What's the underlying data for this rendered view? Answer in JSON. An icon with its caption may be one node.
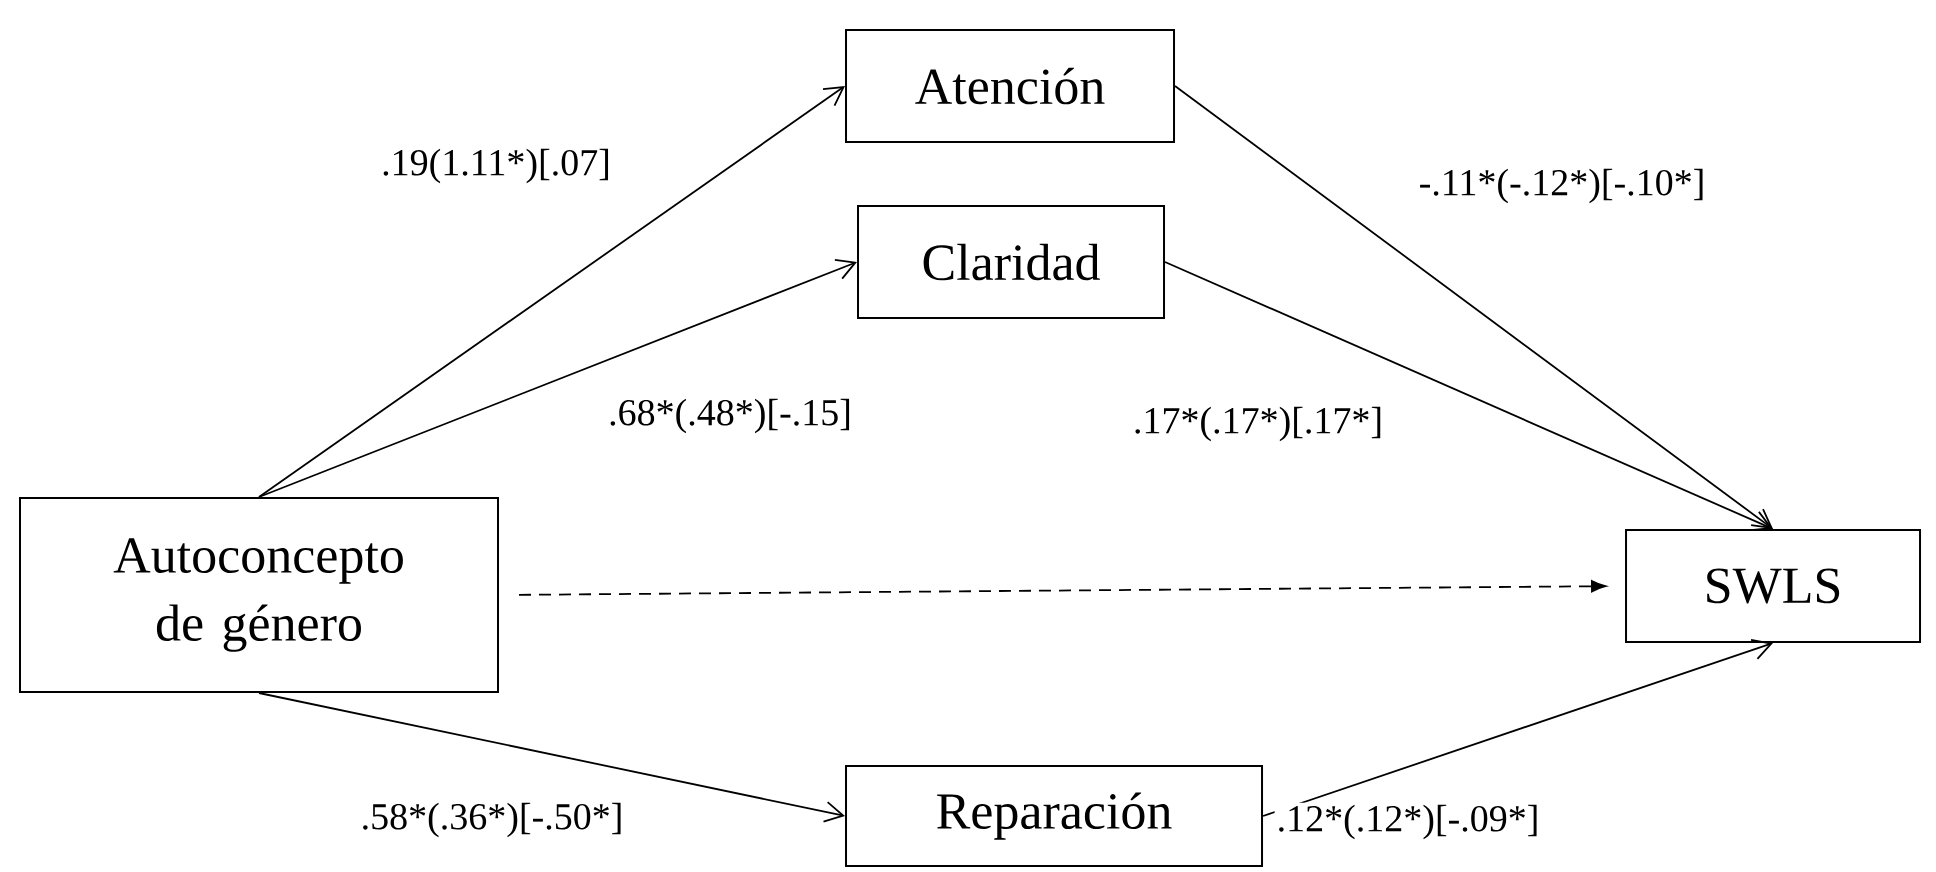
{
  "diagram": {
    "nodes": [
      {
        "text": [
          "Autoconcepto de género"
        ]
      },
      {
        "text": [
          "Atención"
        ]
      },
      {
        "text": [
          "Claridad"
        ]
      },
      {
        "text": [
          "SWLS"
        ]
      },
      {
        "text": [
          "Reparación"
        ]
      }
    ],
    "edges": [
      {
        "from": 0,
        "to": 1,
        "arrow": "to",
        "label": ".19(1.11*)[.07]"
      },
      {
        "from": 0,
        "to": 2,
        "arrow": "to",
        "label": ".68*(.48*)[-.15]"
      },
      {
        "from": 0,
        "to": 3,
        "arrow": "to",
        "style": "dashed"
      },
      {
        "from": 1,
        "to": 3,
        "arrow": "to",
        "label": "-.11*(-.12*)[-.10*]"
      },
      {
        "from": 2,
        "to": 3,
        "arrow": "to",
        "label": ".17*(.17*)[.17*]"
      },
      {
        "from": 0,
        "to": 4,
        "arrow": "to",
        "label": ".58*(.36*)[-.50*]"
      },
      {
        "from": 4,
        "to": 3,
        "arrow": "to",
        "label": ".12*(.12*)[-.09*]"
      }
    ]
  }
}
